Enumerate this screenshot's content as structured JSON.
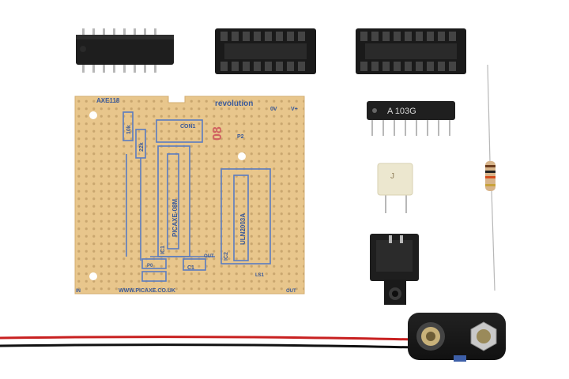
{
  "scene": {
    "board": {
      "model": "AXE118",
      "brand": "revolution",
      "website": "WWW.PICAXE.CO.UK",
      "con1": "CON1",
      "ic1": "IC1",
      "ic1_part": "PICAXE-08M",
      "ic2": "IC2",
      "ic2_part": "ULN2003A",
      "r1": "10k",
      "r2": "22k",
      "p2": "P2",
      "c1": "C1",
      "p0": "P0",
      "out": "OUT",
      "lsi": "LS1",
      "in": "IN",
      "out2": "OUT",
      "v0": "0V",
      "vplus": "V+",
      "rotated_mark": "08"
    },
    "resistor_network_label": "A 103G",
    "capacitor_label": "J"
  }
}
